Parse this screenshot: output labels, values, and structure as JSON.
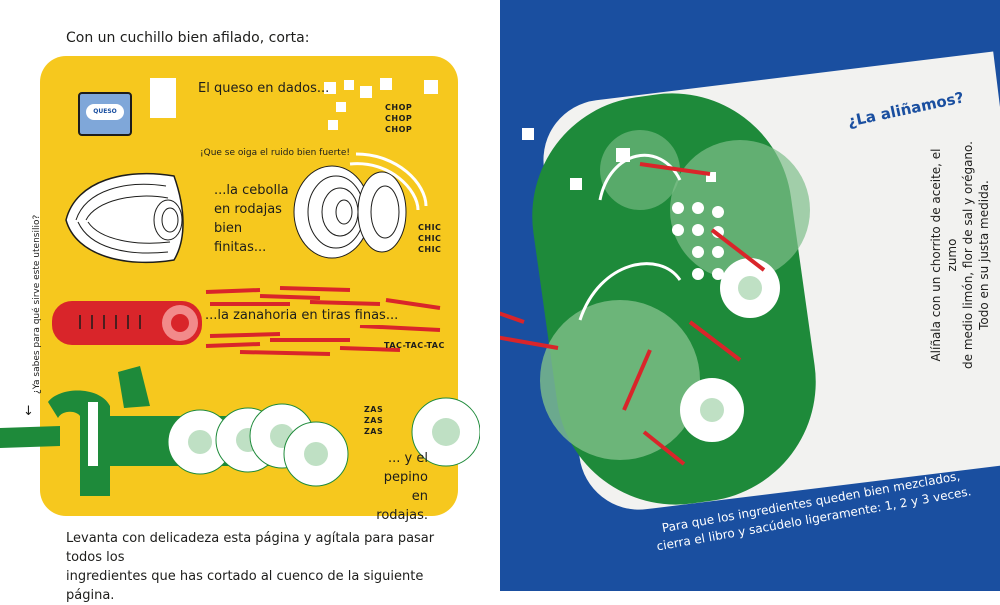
{
  "left_page": {
    "intro": "Con un cuchillo bien afilado, corta:",
    "cheese_text": "El queso en dados...",
    "cheese_brand": "QUESO",
    "chop": [
      "CHOP",
      "CHOP",
      "CHOP"
    ],
    "noise_text": "¡Que se oiga el ruido bien fuerte!",
    "onion_text": [
      "...la cebolla",
      "en rodajas",
      "bien",
      "finitas..."
    ],
    "chic": [
      "CHIC",
      "CHIC",
      "CHIC"
    ],
    "carrot_text": "...la zanahoria en tiras finas...",
    "tac": "TAC-TAC-TAC",
    "zas": [
      "ZAS",
      "ZAS",
      "ZAS"
    ],
    "cucumber_text": [
      "... y el",
      "pepino",
      "en rodajas."
    ],
    "side_question": "¿Ya sabes para qué sirve este utensilio?",
    "arrow": "↓",
    "bottom_text": [
      "Levanta con delicadeza esta página y agítala para pasar todos los",
      "ingredientes que has cortado al cuenco de la siguiente página."
    ]
  },
  "right_page": {
    "title": "¿La aliñamos?",
    "body": [
      "Alíñala con un chorrito de aceite, el zumo",
      "de medio limón, flor de sal y orégano.",
      "Todo en su justa medida."
    ],
    "note": [
      "Para que los ingredientes queden bien mezclados,",
      "cierra el libro y sacúdelo ligeramente: 1, 2 y 3 veces."
    ]
  },
  "colors": {
    "yellow": "#f6c81e",
    "blue": "#1a4fa0",
    "green": "#1e8a3a",
    "red": "#d9252a",
    "light_green": "#7fbf8a"
  }
}
